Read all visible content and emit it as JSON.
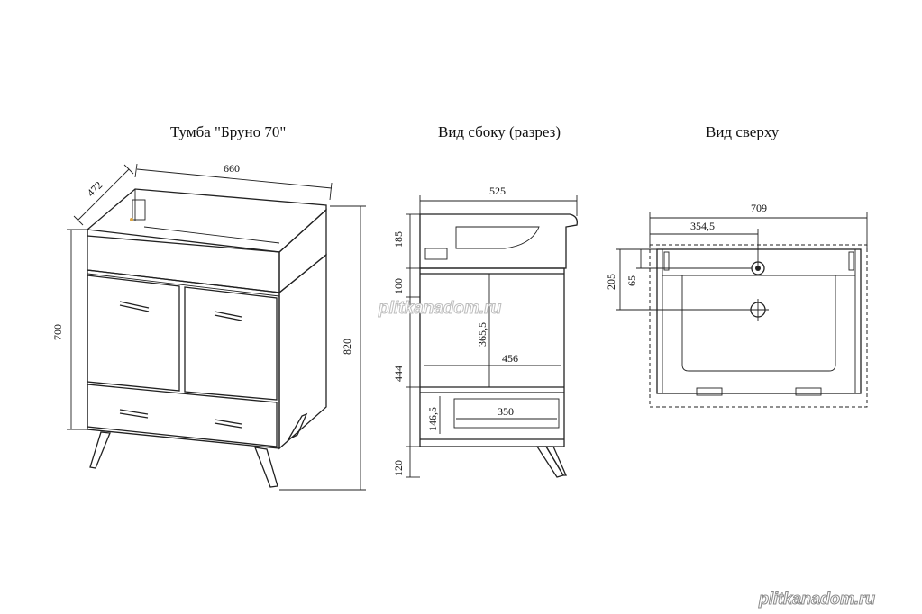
{
  "views": {
    "front": {
      "title": "Тумба \"Бруно 70\"",
      "dims": {
        "width": "660",
        "depth": "472",
        "height_body": "700",
        "height_total": "820"
      }
    },
    "side": {
      "title": "Вид сбоку (разрез)",
      "dims": {
        "depth": "525",
        "top": "185",
        "shelf_gap": "100",
        "inner_height": "365,5",
        "inner_depth": "456",
        "lower_gap": "444",
        "drawer_height": "146,5",
        "drawer_depth": "350",
        "legs": "120"
      }
    },
    "top": {
      "title": "Вид сверху",
      "dims": {
        "width": "709",
        "half_width": "354,5",
        "depth_to_drain": "205",
        "depth_to_tap": "65"
      }
    }
  },
  "watermark": {
    "center": "plitkanadom.ru",
    "corner": "plitkanadom.ru"
  },
  "colors": {
    "line": "#222222",
    "watermark": "#c9c9c9"
  }
}
